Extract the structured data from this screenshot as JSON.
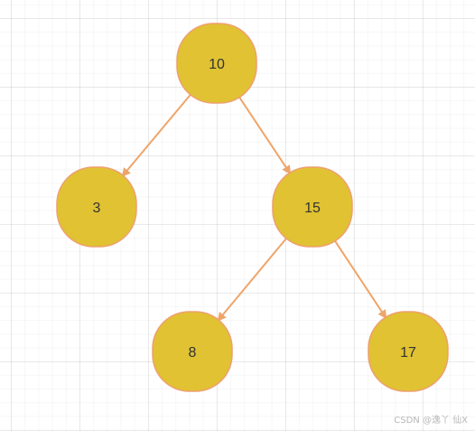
{
  "diagram": {
    "type": "binary-search-tree",
    "colors": {
      "node_fill": "#E0C232",
      "node_stroke": "#EEA070",
      "edge": "#EEA56A",
      "label": "#333333"
    },
    "nodes": [
      {
        "id": "n10",
        "label": "10"
      },
      {
        "id": "n3",
        "label": "3"
      },
      {
        "id": "n15",
        "label": "15"
      },
      {
        "id": "n8",
        "label": "8"
      },
      {
        "id": "n17",
        "label": "17"
      }
    ],
    "edges": [
      {
        "from": "n10",
        "to": "n3"
      },
      {
        "from": "n10",
        "to": "n15"
      },
      {
        "from": "n15",
        "to": "n8"
      },
      {
        "from": "n15",
        "to": "n17"
      }
    ]
  },
  "watermark": "CSDN @逸丫  仙X"
}
